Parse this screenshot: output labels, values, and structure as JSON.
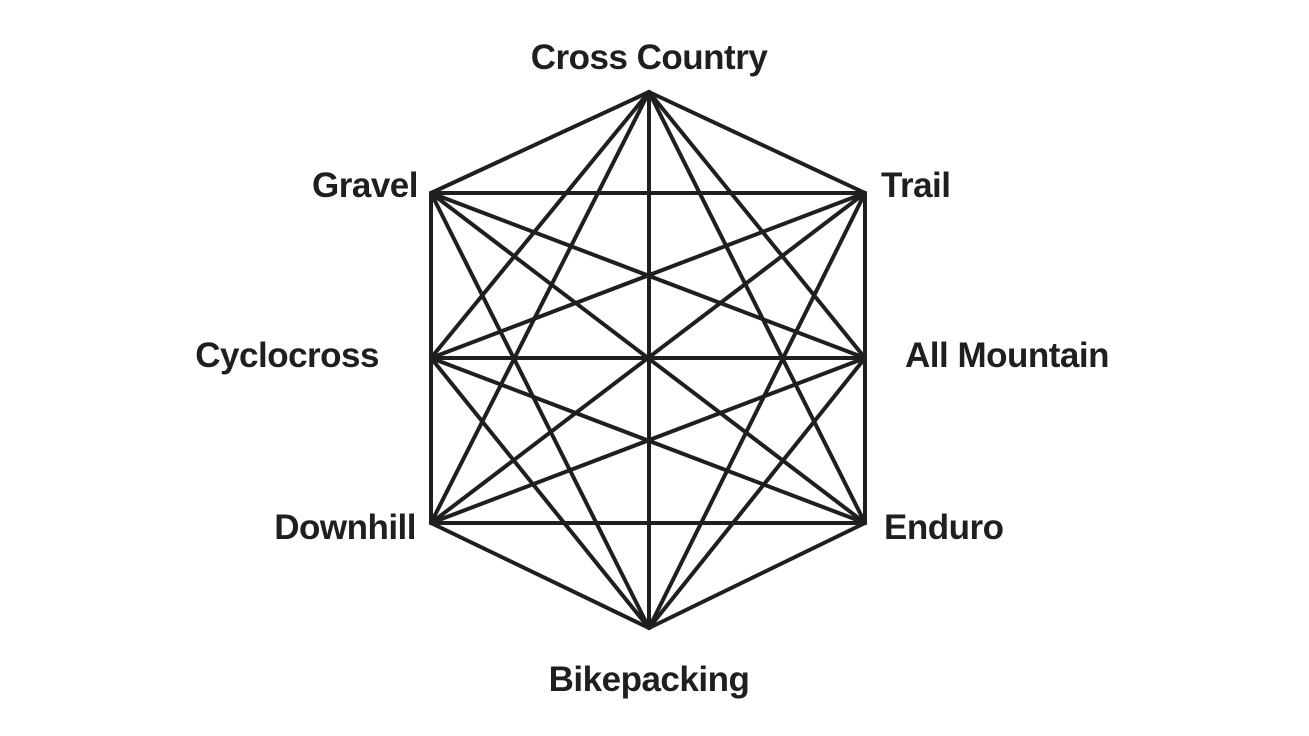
{
  "nodes": [
    {
      "id": "cross-country",
      "label": "Cross Country"
    },
    {
      "id": "trail",
      "label": "Trail"
    },
    {
      "id": "all-mountain",
      "label": "All Mountain"
    },
    {
      "id": "enduro",
      "label": "Enduro"
    },
    {
      "id": "bikepacking",
      "label": "Bikepacking"
    },
    {
      "id": "downhill",
      "label": "Downhill"
    },
    {
      "id": "cyclocross",
      "label": "Cyclocross"
    },
    {
      "id": "gravel",
      "label": "Gravel"
    }
  ],
  "connections": "all-pairs",
  "colors": {
    "line": "#1f1f1f",
    "text": "#1f1f1f",
    "background": "#ffffff"
  }
}
